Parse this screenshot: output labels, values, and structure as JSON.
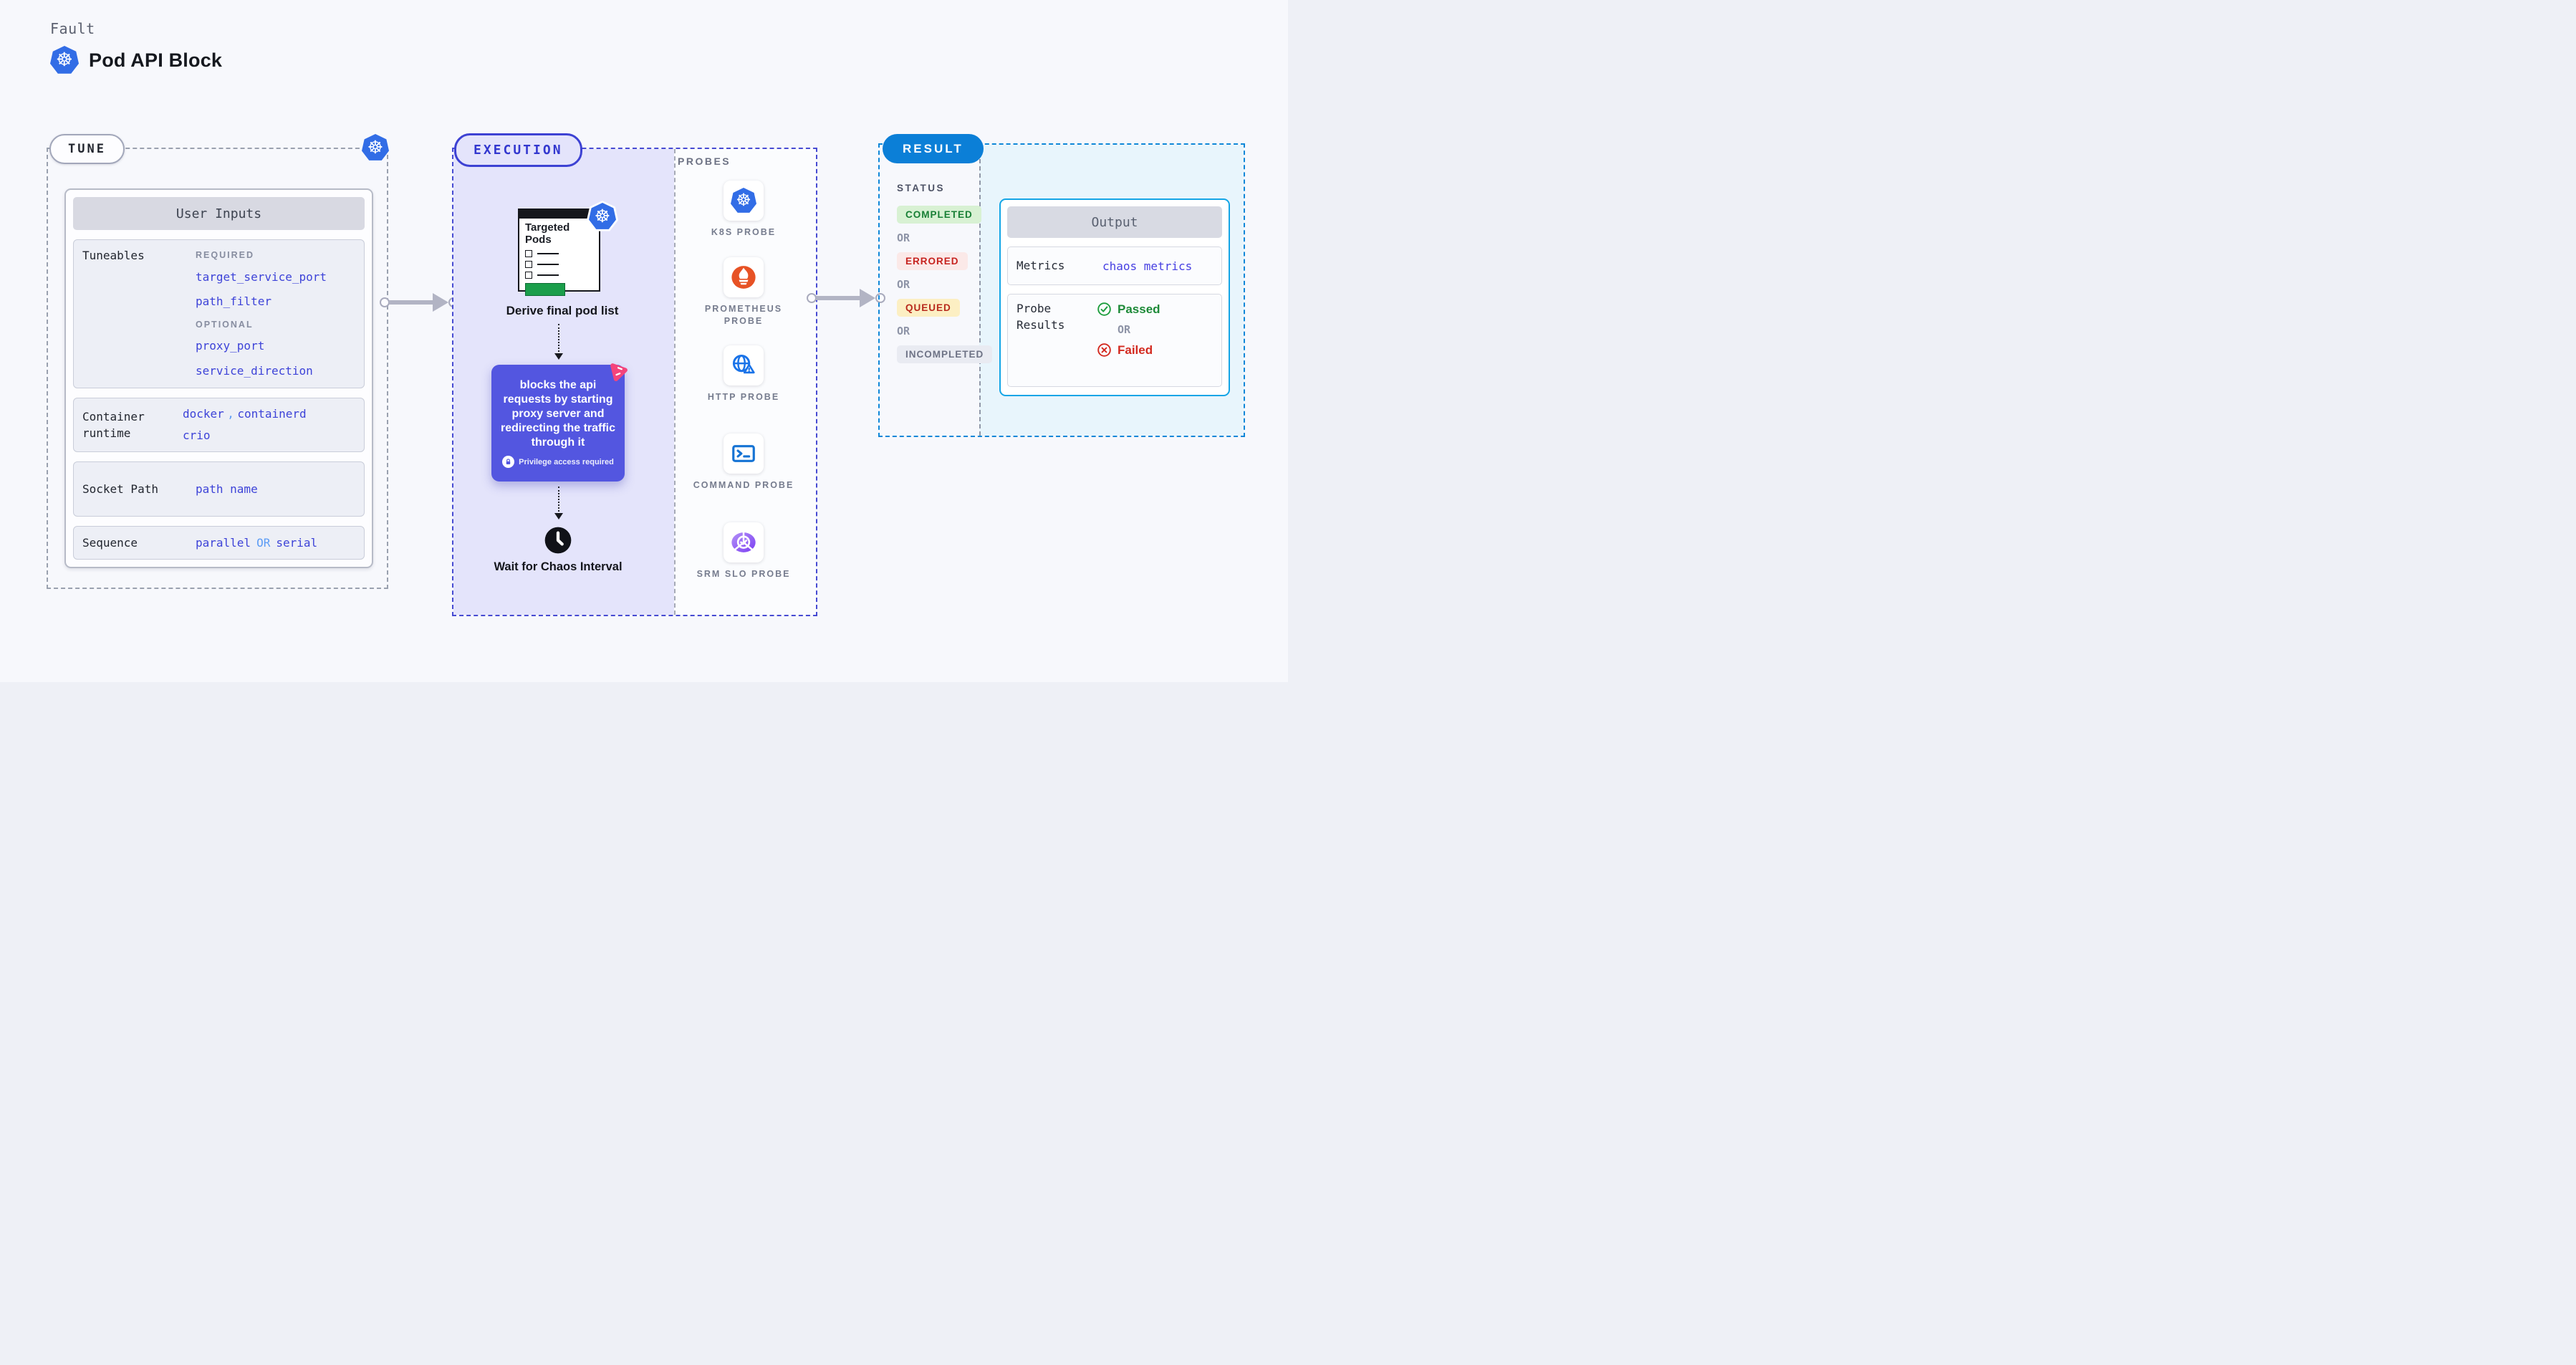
{
  "header": {
    "kicker": "Fault",
    "title": "Pod API Block"
  },
  "tune": {
    "badge": "TUNE",
    "card_title": "User Inputs",
    "tuneables": {
      "label": "Tuneables",
      "required_label": "REQUIRED",
      "required": [
        "target_service_port",
        "path_filter"
      ],
      "optional_label": "OPTIONAL",
      "optional": [
        "proxy_port",
        "service_direction"
      ]
    },
    "container_runtime": {
      "label": "Container runtime",
      "values": [
        "docker",
        "containerd",
        "crio"
      ],
      "separator": ","
    },
    "socket_path": {
      "label": "Socket Path",
      "value": "path name"
    },
    "sequence": {
      "label": "Sequence",
      "value_a": "parallel",
      "or": "OR",
      "value_b": "serial"
    }
  },
  "execution": {
    "badge": "EXECUTION",
    "targeted_pods": "Targeted Pods",
    "derive": "Derive final pod list",
    "description": "blocks the api requests by starting proxy server and redirecting the traffic through it",
    "privilege": "Privilege access required",
    "wait": "Wait for Chaos Interval"
  },
  "probes": {
    "title": "PROBES",
    "items": [
      {
        "label": "K8S PROBE",
        "icon": "kubernetes-icon"
      },
      {
        "label": "PROMETHEUS PROBE",
        "icon": "prometheus-flame-icon"
      },
      {
        "label": "HTTP PROBE",
        "icon": "globe-warning-icon"
      },
      {
        "label": "COMMAND PROBE",
        "icon": "terminal-icon"
      },
      {
        "label": "SRM SLO PROBE",
        "icon": "gauge-check-icon"
      }
    ]
  },
  "result": {
    "badge": "RESULT",
    "status": {
      "title": "STATUS",
      "completed": "COMPLETED",
      "or1": "OR",
      "errored": "ERRORED",
      "or2": "OR",
      "queued": "QUEUED",
      "or3": "OR",
      "incompleted": "INCOMPLETED"
    },
    "output": {
      "title": "Output",
      "metrics_label": "Metrics",
      "metrics_value": "chaos metrics",
      "probe_label": "Probe Results",
      "passed": "Passed",
      "or": "OR",
      "failed": "Failed"
    }
  },
  "icons": {
    "kubernetes": "blue heptagon with white ship wheel ☸",
    "clock": "black circle clock",
    "lock": "padlock in white circle",
    "chaos": "pink pinwheel triangle",
    "prometheus": "orange circle white flame",
    "http": "globe with warning triangle",
    "command": "terminal >_",
    "srm_slo": "purple gauge with check",
    "passed": "green check circle",
    "failed": "red cross circle"
  },
  "colors": {
    "kubernetes_blue": "#326de6",
    "indigo_accent": "#3d42d3",
    "execution_fill": "#e4e4fb",
    "result_blue": "#0b7fd7",
    "result_fill": "#e8f5fc",
    "output_border": "#14a5e6",
    "purple_node": "#5356e0",
    "chaos_pink": "#f4447c",
    "success_green": "#187f35",
    "error_red": "#c6231f",
    "queued_bg": "#fcefc3",
    "link_indigo": "#3d43d8",
    "prometheus_orange": "#e75225"
  }
}
